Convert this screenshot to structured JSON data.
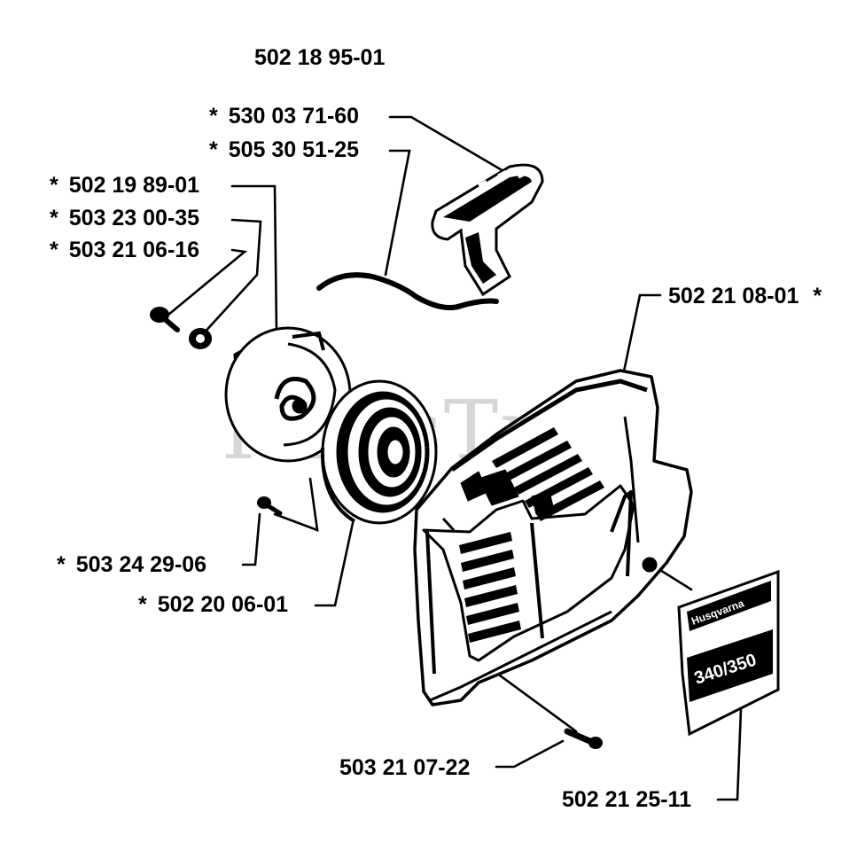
{
  "diagram": {
    "assembly_number": "502 18 95-01",
    "watermark": "PartsTree",
    "decal_brand": "Husqvarna",
    "decal_model": "340/350",
    "colors": {
      "ink": "#000000",
      "background": "#ffffff",
      "watermark": "#cfcfcf"
    },
    "callouts": [
      {
        "id": "handle",
        "part_number": "530 03 71-60",
        "star": "*"
      },
      {
        "id": "cord",
        "part_number": "505 30 51-25",
        "star": "*"
      },
      {
        "id": "spring-pawl",
        "part_number": "502 19 89-01",
        "star": "*"
      },
      {
        "id": "washer",
        "part_number": "503 23 00-35",
        "star": "*"
      },
      {
        "id": "screw",
        "part_number": "503 21 06-16",
        "star": "*"
      },
      {
        "id": "starter-housing",
        "part_number": "502 21 08-01",
        "star": "*"
      },
      {
        "id": "bolt",
        "part_number": "503 24 29-06",
        "star": "*"
      },
      {
        "id": "pulley",
        "part_number": "502 20 06-01",
        "star": "*"
      },
      {
        "id": "housing-screw",
        "part_number": "503 21 07-22"
      },
      {
        "id": "decal",
        "part_number": "502 21 25-11"
      }
    ]
  }
}
